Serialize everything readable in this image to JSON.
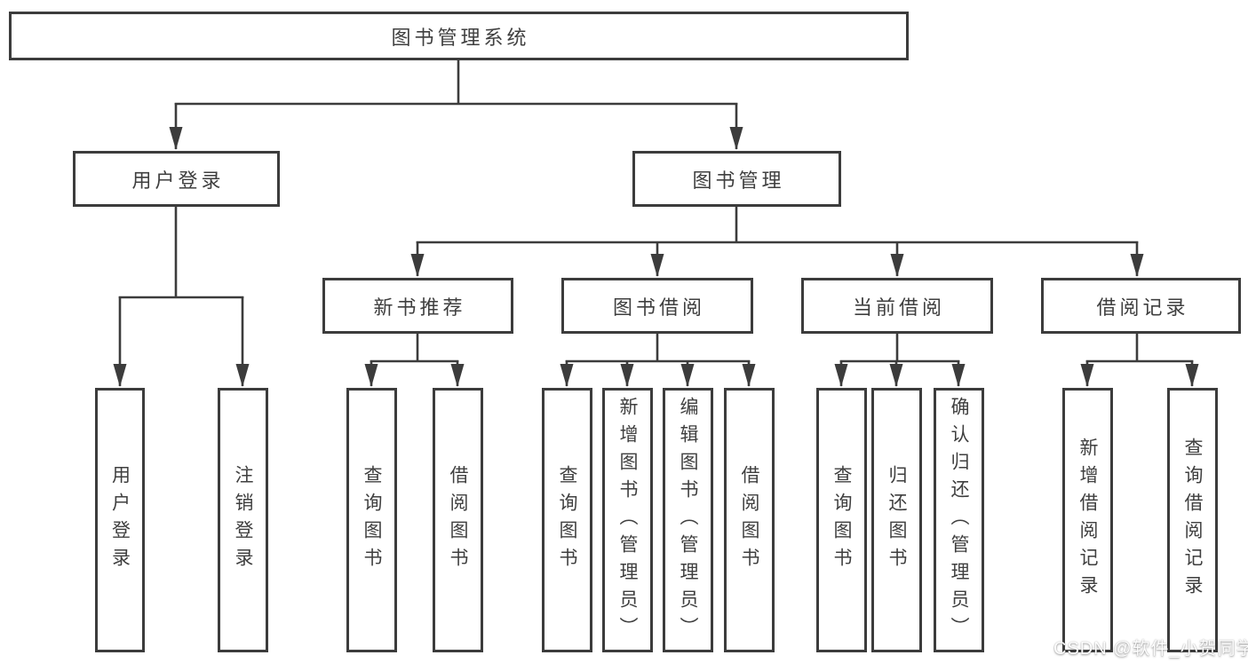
{
  "chart": {
    "root": "图书管理系统",
    "level2": [
      "用户登录",
      "图书管理"
    ],
    "level3": [
      "新书推荐",
      "图书借阅",
      "当前借阅",
      "借阅记录"
    ],
    "leaves_login": [
      "用户登录",
      "注销登录"
    ],
    "leaves_recommend": [
      "查询图书",
      "借阅图书"
    ],
    "leaves_borrow": [
      "查询图书",
      "新增图书（管理员）",
      "编辑图书（管理员）",
      "借阅图书"
    ],
    "leaves_current": [
      "查询图书",
      "归还图书",
      "确认归还（管理员）"
    ],
    "leaves_records": [
      "新增借阅记录",
      "查询借阅记录"
    ]
  },
  "watermark": "CSDN @软件_小贺同学",
  "colors": {
    "line": "#3c3c3c",
    "text": "#3f3f3f",
    "background": "#ffffff"
  }
}
